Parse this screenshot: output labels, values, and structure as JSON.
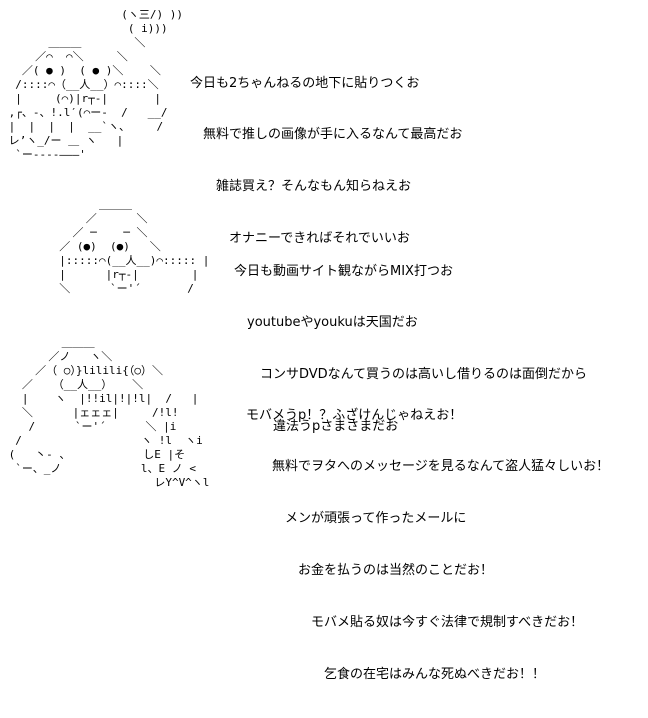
{
  "panels": [
    {
      "art": "                  (ヽ三/) ))\n                   ( i)))\n       ＿＿＿        ＼\n     ／⌒  ⌒＼     ＼\n   ／( ● )  ( ● )＼    ＼\n  /::::⌒（__人__）⌒::::＼ \n  |     (⌒)|r┬-|       |\n ,┌、-、!.l′(⌒ー-  /   __/\n |  |  |  |  __`ヽ、    /\n レ’ヽ_/ー ＿ ヽ   |\n  `ー----―――'",
      "lines": [
        "今日も2ちゃんねるの地下に貼りつくお",
        "　無料で推しの画像が手に入るなんて最高だお",
        "　　雑誌買え？そんなもん知らねえお",
        "　　　オナニーできればそれでいいお"
      ]
    },
    {
      "art": "        ＿＿＿\n      ／      ＼\n    ／ ─    ─ ＼\n  ／ (●)  (●)   ＼\n  |:::::⌒(__人__)⌒::::: |\n  |      |r┬-|        |\n  ＼      `ー'´       /",
      "lines": [
        "今日も動画サイト観ながらMIX打つお",
        "　youtubeやyoukuは天国だお",
        "　　コンサDVDなんて買うのは高いし借りるのは面倒だから",
        "　　　違法うpさまさまだお"
      ]
    },
    {
      "art": "         ＿＿＿\n       ／ノ   ヽ＼\n     ／（ ○）}lilili{（○）＼\n   ／   （__人__）   ＼\n   |    ヽ  |!!il|!|!l|  /   |\n   ＼      |ェェェ|     /!l!\n    /      `ー'´      ＼ |i\n  /                  ヽ !l  ヽi\n (   丶- 、           しE |そ\n  `ー、_ノ            l、E ノ <\n                       レY^V^ヽl",
      "lines": [
        "モバメうp！？ふざけんじゃねえお！",
        "　　無料でヲタへのメッセージを見るなんて盗人猛々しいお！",
        "　　　メンが頑張って作ったメールに",
        "　　　　お金を払うのは当然のことだお！",
        "　　　　　モバメ貼る奴は今すぐ法律で規制すべきだお！",
        "　　　　　　乞食の在宅はみんな死ぬべきだお！！"
      ]
    }
  ]
}
